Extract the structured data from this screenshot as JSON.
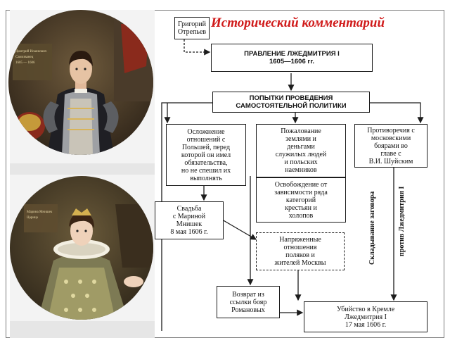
{
  "title": "Исторический комментарий",
  "portraits": [
    {
      "icon": "portrait-false-dmitry-i",
      "caption": ""
    },
    {
      "icon": "portrait-marina-mniszech",
      "caption": ""
    }
  ],
  "diagram": {
    "grigory": "Григорий\nОтрепьев",
    "reign": "ПРАВЛЕНИЕ ЛЖЕДМИТРИЯ I\n1605—1606 гг.",
    "attempts": "ПОПЫТКИ ПРОВЕДЕНИЯ\nСАМОСТОЯТЕЛЬНОЙ ПОЛИТИКИ",
    "poland": "Осложнение\nотношений с\nПольшей, перед\nкоторой он имел\nобязательства,\nно не спешил их\nвыполнять",
    "grants": "Пожалование\nземлями и\nденьгами\nслужилых людей\nи польских\nнаемников",
    "release": "Освобождение от\nзависимости ряда\nкатегорий\nкрестьян и\nхолопов",
    "contradictions": "Противоречия с\nмосковскими\nбоярами во\nглаве с\nВ.И. Шуйским",
    "wedding": "Свадьба\nс Мариной\nМнишек\n8 мая 1606 г.",
    "tension": "Напряженные\nотношения\nполяков и\nжителей Москвы",
    "return": "Возврат из\nссылки бояр\nРомановых",
    "murder": "Убийство в Кремле\nЛжедмитрия I\n17 мая 1606 г.",
    "conspiracy": "Складывание заговора",
    "against": "против Лжедмитрия I"
  }
}
